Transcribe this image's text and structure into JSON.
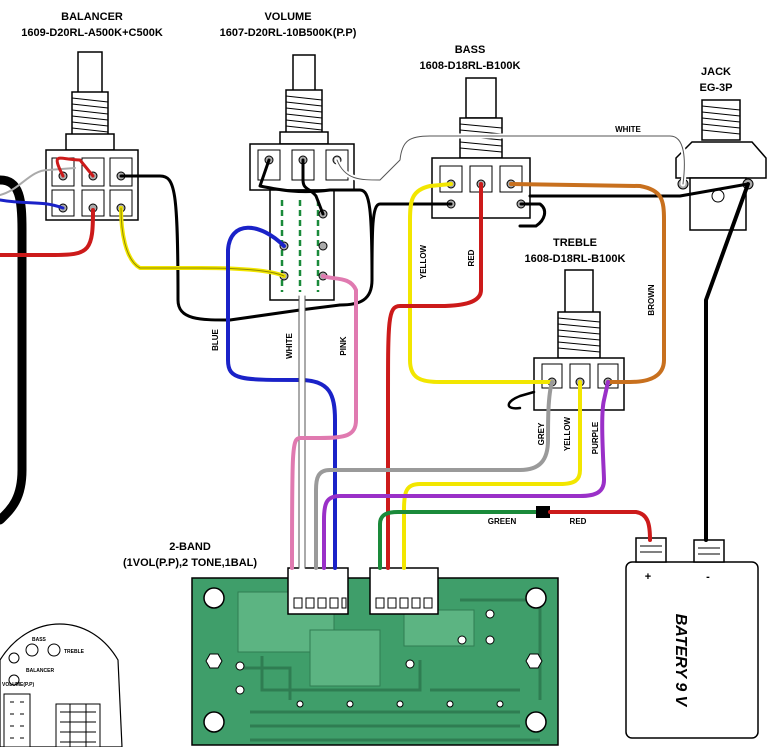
{
  "components": {
    "balancer": {
      "name": "BALANCER",
      "part": "1609-D20RL-A500K+C500K"
    },
    "volume": {
      "name": "VOLUME",
      "part": "1607-D20RL-10B500K(P.P)"
    },
    "bass": {
      "name": "BASS",
      "part": "1608-D18RL-B100K"
    },
    "treble": {
      "name": "TREBLE",
      "part": "1608-D18RL-B100K"
    },
    "jack": {
      "name": "JACK",
      "part": "EG-3P"
    },
    "preamp": {
      "line1": "2-BAND",
      "line2": "(1VOL(P.P),2 TONE,1BAL)"
    },
    "battery": {
      "label": "BATERY 9 V",
      "plus": "+",
      "minus": "-"
    }
  },
  "wires": {
    "white_top": "WHITE",
    "blue": "BLUE",
    "white": "WHITE",
    "pink": "PINK",
    "yellow": "YELLOW",
    "red": "RED",
    "brown": "BROWN",
    "grey": "GREY",
    "yellow2": "YELLOW",
    "purple": "PURPLE",
    "green": "GREEN",
    "red2": "RED"
  },
  "inset": {
    "bass": "BASS",
    "treble": "TREBLE",
    "balancer": "BALANCER",
    "volume": "VOLUME(P.P)"
  },
  "colors": {
    "pcb": "#3f9e6a",
    "pcb_dark": "#2f7d52",
    "wire_red": "#cc1a1a",
    "wire_yellow": "#f2e600",
    "wire_blue": "#1a22c8",
    "wire_pink": "#e07ab0",
    "wire_brown": "#c8701e",
    "wire_purple": "#9a30c8",
    "wire_grey": "#9a9a9a",
    "wire_green": "#1a8a3a"
  }
}
